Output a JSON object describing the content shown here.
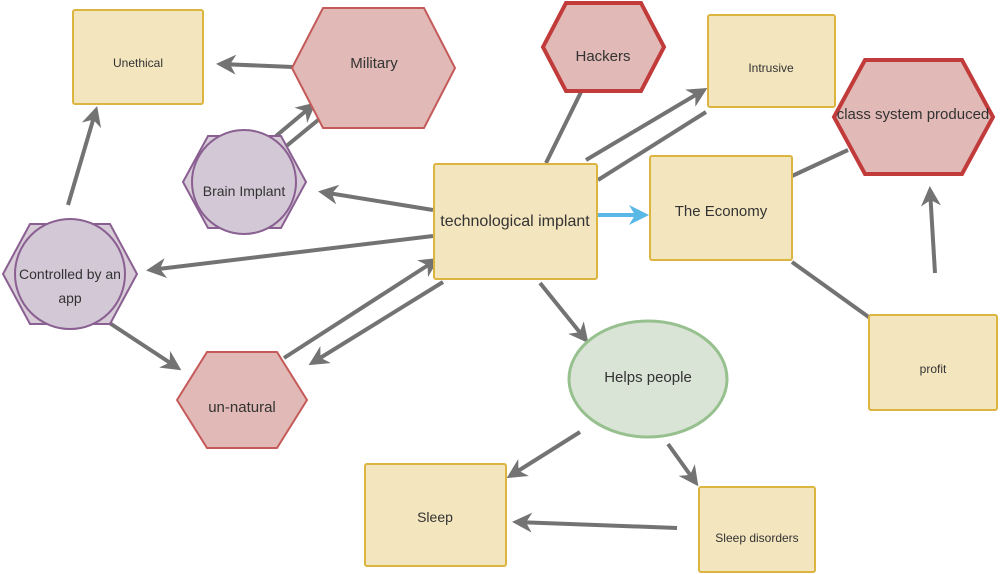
{
  "nodes": {
    "technological_implant": "technological implant",
    "the_economy": "The Economy",
    "hackers": "Hackers",
    "intrusive": "Intrusive",
    "class_system": "class system produced",
    "profit": "profit",
    "military": "Military",
    "unethical": "Unethical",
    "brain_implant": "Brain Implant",
    "controlled_app_line1": "Controlled by an",
    "controlled_app_line2": "app",
    "un_natural": "un-natural",
    "helps_people": "Helps people",
    "sleep": "Sleep",
    "sleep_disorders": "Sleep disorders"
  },
  "colors": {
    "box_fill": "#f3e5be",
    "box_stroke": "#dcb440",
    "red_fill": "#e1b9b6",
    "red_stroke": "#c55a5a",
    "purple_fill": "#d6cbd6",
    "purple_stroke": "#8a5f92",
    "green_fill": "#d9e4d6",
    "green_stroke": "#97c08f",
    "connector": "#737373",
    "highlight_connector": "#5ab8e6"
  }
}
